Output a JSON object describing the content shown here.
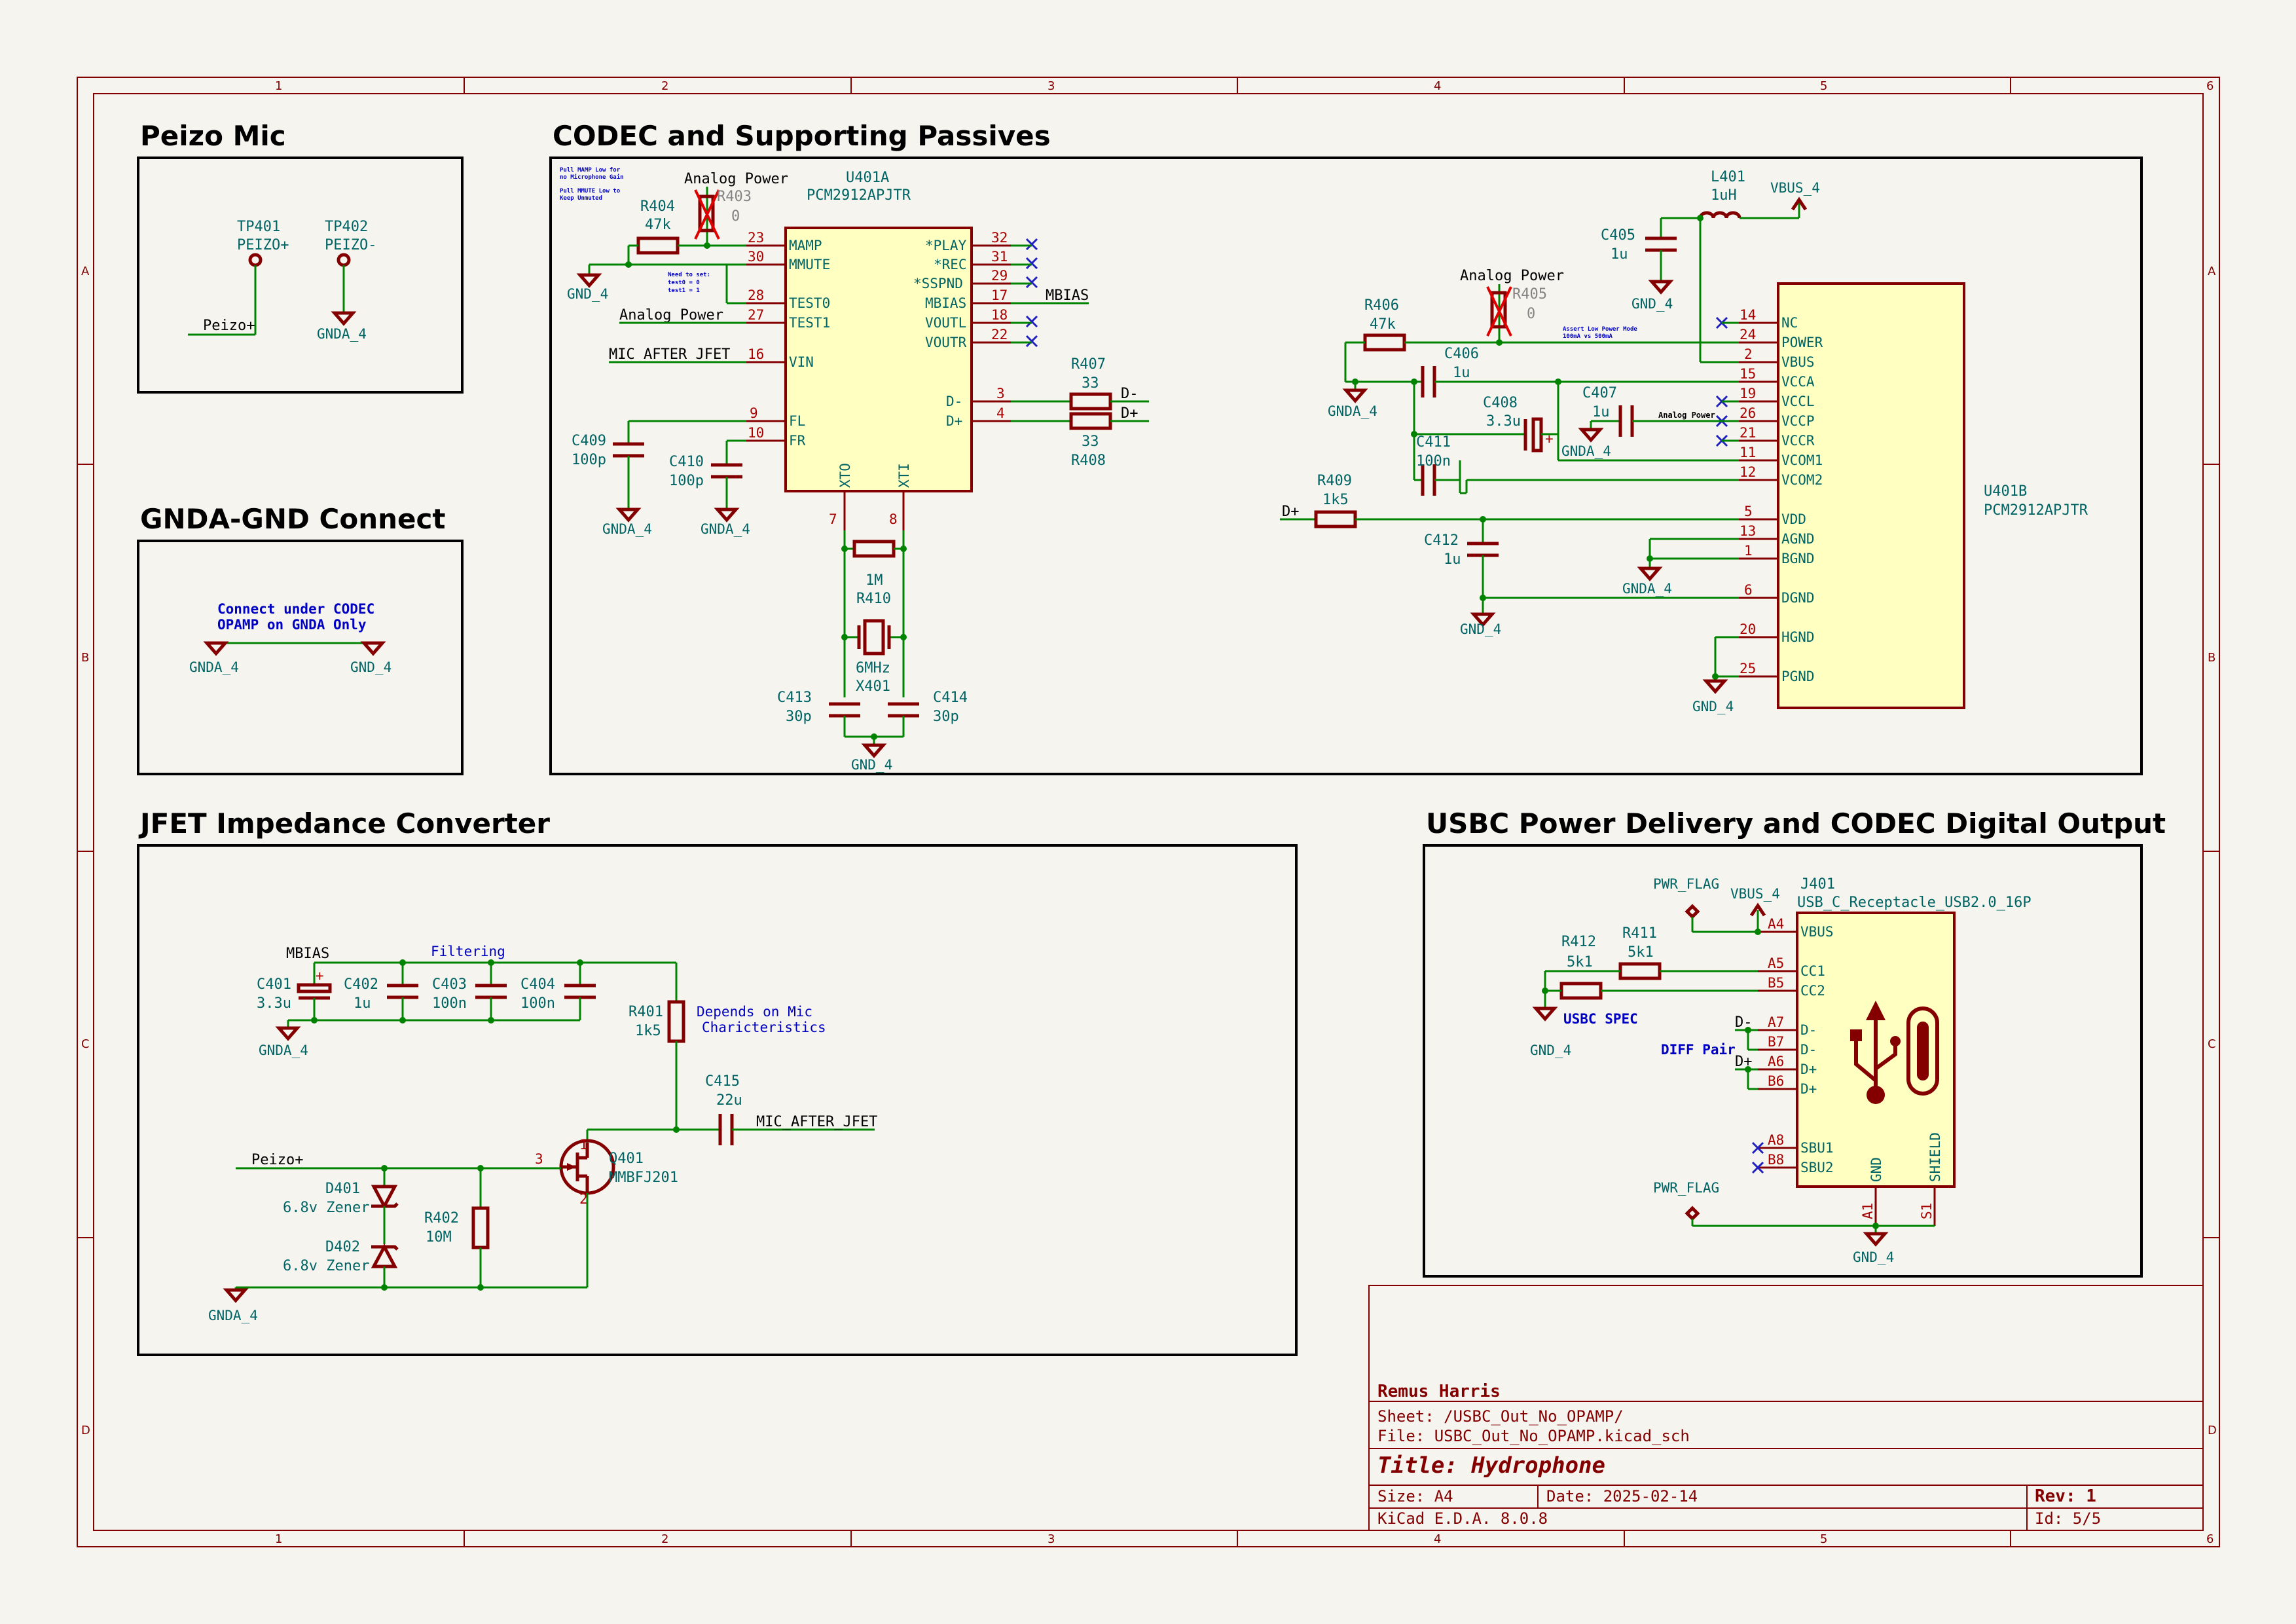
{
  "sections": {
    "peizo_mic": "Peizo Mic",
    "codec": "CODEC and Supporting Passives",
    "gnda_gnd": "GNDA-GND Connect",
    "jfet": "JFET Impedance Converter",
    "usbc": "USBC Power Delivery and CODEC Digital Output"
  },
  "border": {
    "columns": [
      "1",
      "2",
      "3",
      "4",
      "5",
      "6"
    ],
    "rows": [
      "A",
      "B",
      "C",
      "D"
    ]
  },
  "title_block": {
    "company": "Remus Harris",
    "sheet": "Sheet: /USBC_Out_No_OPAMP/",
    "file": "File: USBC_Out_No_OPAMP.kicad_sch",
    "title": "Title: Hydrophone",
    "size": "Size: A4",
    "date": "Date: 2025-02-14",
    "rev": "Rev: 1",
    "tool": "KiCad E.D.A. 8.0.8",
    "id": "Id: 5/5"
  },
  "peizo": {
    "tp401_ref": "TP401",
    "tp401_val": "PEIZO+",
    "tp402_ref": "TP402",
    "tp402_val": "PEIZO-",
    "net_label": "Peizo+",
    "gnd": "GNDA_4"
  },
  "gnda": {
    "note_line1": "Connect under CODEC",
    "note_line2": "OPAMP on GNDA Only",
    "left": "GNDA_4",
    "right": "GND_4"
  },
  "codec": {
    "u401a_ref": "U401A",
    "u401a_val": "PCM2912APJTR",
    "u401b_ref": "U401B",
    "u401b_val": "PCM2912APJTR",
    "note_mamp1": "Pull MAMP Low for",
    "note_mamp2": "no Microphone Gain",
    "note_mmute1": "Pull MMUTE Low to",
    "note_mmute2": "Keep Unmuted",
    "note_test1": "Need to set:",
    "note_test2": "test0 = 0",
    "note_test3": "test1 = 1",
    "note_power1": "Assert Low Power Mode",
    "note_power2": "100mA vs 500mA",
    "analog_power": "Analog Power",
    "r403_ref": "R403",
    "r403_val": "0",
    "r404_ref": "R404",
    "r404_val": "47k",
    "r405_ref": "R405",
    "r405_val": "0",
    "r406_ref": "R406",
    "r406_val": "47k",
    "r407_ref": "R407",
    "r407_val": "33",
    "r408_ref": "R408",
    "r408_val": "33",
    "r409_ref": "R409",
    "r409_val": "1k5",
    "r410_ref": "R410",
    "r410_val": "1M",
    "x401_ref": "X401",
    "x401_val": "6MHz",
    "c405_ref": "C405",
    "c405_val": "1u",
    "c406_ref": "C406",
    "c406_val": "1u",
    "c407_ref": "C407",
    "c407_val": "1u",
    "c408_ref": "C408",
    "c408_val": "3.3u",
    "c409_ref": "C409",
    "c409_val": "100p",
    "c410_ref": "C410",
    "c410_val": "100p",
    "c411_ref": "C411",
    "c411_val": "100n",
    "c412_ref": "C412",
    "c412_val": "1u",
    "c413_ref": "C413",
    "c413_val": "30p",
    "c414_ref": "C414",
    "c414_val": "30p",
    "l401_ref": "L401",
    "l401_val": "1uH",
    "vbus": "VBUS_4",
    "mic_after_jfet": "MIC_AFTER_JFET",
    "mbias": "MBIAS",
    "dminus": "D-",
    "dplus": "D+",
    "gnd": "GND_4",
    "gnda": "GNDA_4",
    "u401a_left_pins": [
      {
        "num": "23",
        "name": "MAMP"
      },
      {
        "num": "30",
        "name": "MMUTE"
      },
      {
        "num": "28",
        "name": "TEST0"
      },
      {
        "num": "27",
        "name": "TEST1"
      },
      {
        "num": "16",
        "name": "VIN"
      },
      {
        "num": "9",
        "name": "FL"
      },
      {
        "num": "10",
        "name": "FR"
      }
    ],
    "u401a_right_pins": [
      {
        "num": "32",
        "name": "*PLAY"
      },
      {
        "num": "31",
        "name": "*REC"
      },
      {
        "num": "29",
        "name": "*SSPND"
      },
      {
        "num": "17",
        "name": "MBIAS"
      },
      {
        "num": "18",
        "name": "VOUTL"
      },
      {
        "num": "22",
        "name": "VOUTR"
      },
      {
        "num": "3",
        "name": "D-"
      },
      {
        "num": "4",
        "name": "D+"
      }
    ],
    "u401a_bottom_pins": [
      {
        "num": "7",
        "name": "XTO"
      },
      {
        "num": "8",
        "name": "XTI"
      }
    ],
    "u401b_pins": [
      {
        "num": "14",
        "name": "NC"
      },
      {
        "num": "24",
        "name": "POWER"
      },
      {
        "num": "2",
        "name": "VBUS"
      },
      {
        "num": "15",
        "name": "VCCA"
      },
      {
        "num": "19",
        "name": "VCCL"
      },
      {
        "num": "26",
        "name": "VCCP"
      },
      {
        "num": "21",
        "name": "VCCR"
      },
      {
        "num": "11",
        "name": "VCOM1"
      },
      {
        "num": "12",
        "name": "VCOM2"
      },
      {
        "num": "5",
        "name": "VDD"
      },
      {
        "num": "13",
        "name": "AGND"
      },
      {
        "num": "1",
        "name": "BGND"
      },
      {
        "num": "6",
        "name": "DGND"
      },
      {
        "num": "20",
        "name": "HGND"
      },
      {
        "num": "25",
        "name": "PGND"
      }
    ]
  },
  "jfet": {
    "mbias": "MBIAS",
    "filtering": "Filtering",
    "c401_ref": "C401",
    "c401_val": "3.3u",
    "c402_ref": "C402",
    "c402_val": "1u",
    "c403_ref": "C403",
    "c403_val": "100n",
    "c404_ref": "C404",
    "c404_val": "100n",
    "r401_ref": "R401",
    "r401_val": "1k5",
    "note_mic1": "Depends on Mic",
    "note_mic2": "Charicteristics",
    "c415_ref": "C415",
    "c415_val": "22u",
    "mic_after_jfet": "MIC_AFTER_JFET",
    "peizo": "Peizo+",
    "d401_ref": "D401",
    "d401_val": "6.8v Zener",
    "d402_ref": "D402",
    "d402_val": "6.8v Zener",
    "r402_ref": "R402",
    "r402_val": "10M",
    "q401_ref": "Q401",
    "q401_val": "MMBFJ201",
    "q_pin1": "1",
    "q_pin2": "2",
    "q_pin3": "3",
    "gnd": "GNDA_4"
  },
  "usbc": {
    "pwr_flag": "PWR_FLAG",
    "vbus": "VBUS_4",
    "j401_ref": "J401",
    "j401_val": "USB_C_Receptacle_USB2.0_16P",
    "r411_ref": "R411",
    "r411_val": "5k1",
    "r412_ref": "R412",
    "r412_val": "5k1",
    "usbc_spec": "USBC SPEC",
    "diff_pair": "DIFF Pair",
    "dminus": "D-",
    "dplus": "D+",
    "gnd": "GND_4",
    "pins": [
      {
        "num": "A4",
        "name": "VBUS"
      },
      {
        "num": "A5",
        "name": "CC1"
      },
      {
        "num": "B5",
        "name": "CC2"
      },
      {
        "num": "A7",
        "name": "D-"
      },
      {
        "num": "B7",
        "name": "D-"
      },
      {
        "num": "A6",
        "name": "D+"
      },
      {
        "num": "B6",
        "name": "D+"
      },
      {
        "num": "A8",
        "name": "SBU1"
      },
      {
        "num": "B8",
        "name": "SBU2"
      }
    ],
    "gnd_pin_name": "GND",
    "shield_pin_name": "SHIELD",
    "gnd_pin_num": "A1",
    "shield_pin_num": "S1"
  }
}
